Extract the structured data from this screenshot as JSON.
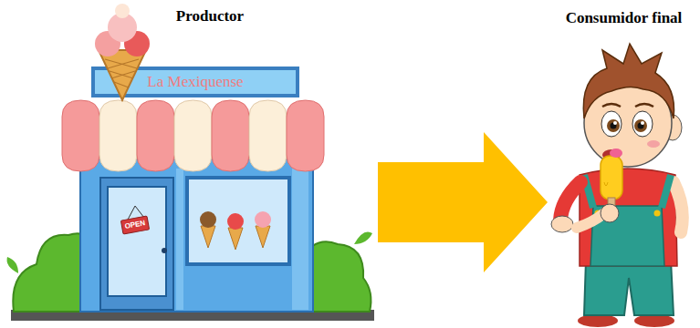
{
  "diagram": {
    "nodes": [
      {
        "text": [
          "Productor",
          "La Mexiquense"
        ]
      },
      {
        "text": [
          "OPEN"
        ],
        "in": 0
      },
      {
        "text": [
          "Consumidor final"
        ]
      }
    ],
    "edges": [
      {
        "from": 0,
        "to": 2,
        "arrow": "to"
      }
    ]
  }
}
